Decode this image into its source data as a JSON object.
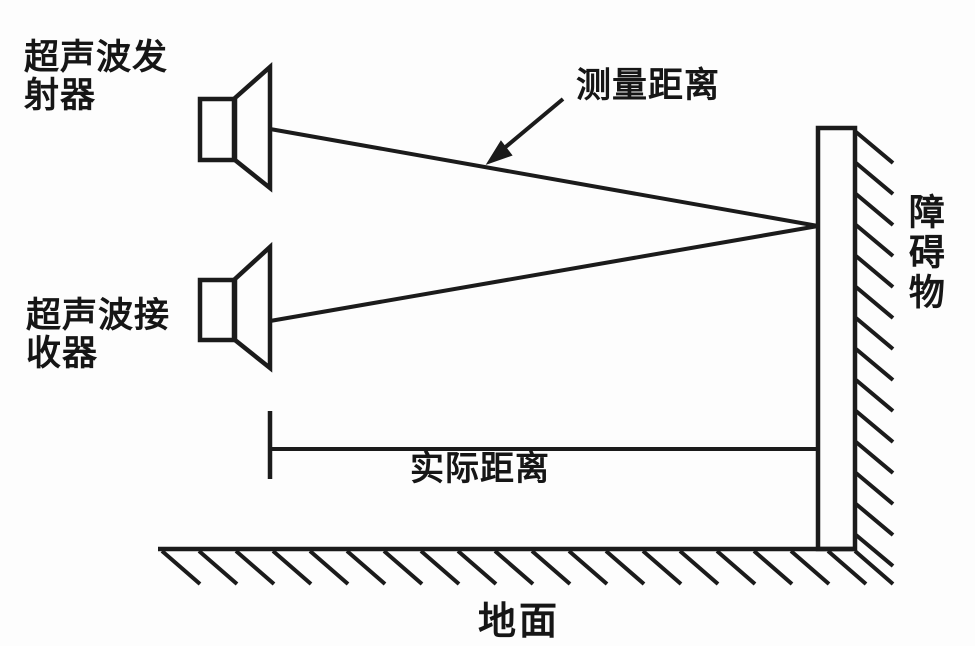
{
  "diagram": {
    "kind": "ultrasonic-ranging-schematic",
    "labels": {
      "transmitter": "超声波发射器",
      "receiver": "超声波接收器",
      "measured_distance": "测量距离",
      "actual_distance": "实际距离",
      "obstacle": "障碍物",
      "ground": "地面"
    },
    "icons": {
      "transmitter": "speaker-icon",
      "receiver": "speaker-icon",
      "pointer": "arrow-icon"
    },
    "colors": {
      "line": "#1b1b1b",
      "background": "#fdfdfd",
      "text": "#161616"
    }
  }
}
